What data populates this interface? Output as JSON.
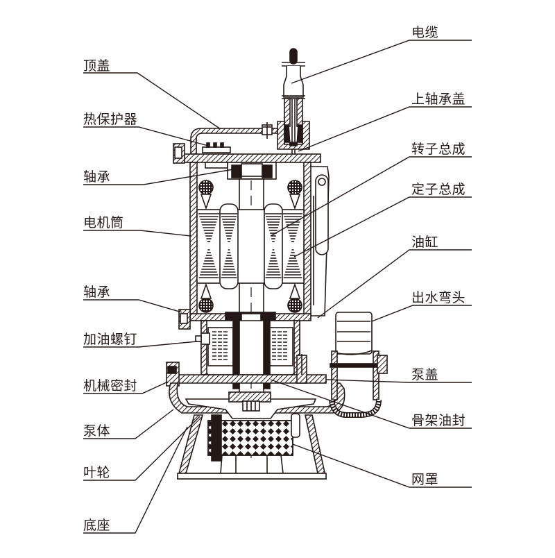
{
  "diagram": {
    "subject": "潜水泵结构图",
    "colors": {
      "ink": "#231815",
      "background": "#ffffff"
    },
    "left_labels": [
      {
        "id": "top-cover",
        "text": "顶盖"
      },
      {
        "id": "thermal-protector",
        "text": "热保护器"
      },
      {
        "id": "bearing-upper",
        "text": "轴承"
      },
      {
        "id": "motor-housing",
        "text": "电机筒"
      },
      {
        "id": "bearing-lower",
        "text": "轴承"
      },
      {
        "id": "oil-fill-screw",
        "text": "加油螺钉"
      },
      {
        "id": "mechanical-seal",
        "text": "机械密封"
      },
      {
        "id": "pump-body",
        "text": "泵体"
      },
      {
        "id": "impeller",
        "text": "叶轮"
      },
      {
        "id": "base",
        "text": "底座"
      }
    ],
    "right_labels": [
      {
        "id": "cable",
        "text": "电缆"
      },
      {
        "id": "upper-bearing-cover",
        "text": "上轴承盖"
      },
      {
        "id": "rotor-assembly",
        "text": "转子总成"
      },
      {
        "id": "stator-assembly",
        "text": "定子总成"
      },
      {
        "id": "oil-chamber",
        "text": "油缸"
      },
      {
        "id": "outlet-elbow",
        "text": "出水弯头"
      },
      {
        "id": "pump-cover",
        "text": "泵盖"
      },
      {
        "id": "skeleton-oil-seal",
        "text": "骨架油封"
      },
      {
        "id": "strainer",
        "text": "网罩"
      }
    ]
  }
}
